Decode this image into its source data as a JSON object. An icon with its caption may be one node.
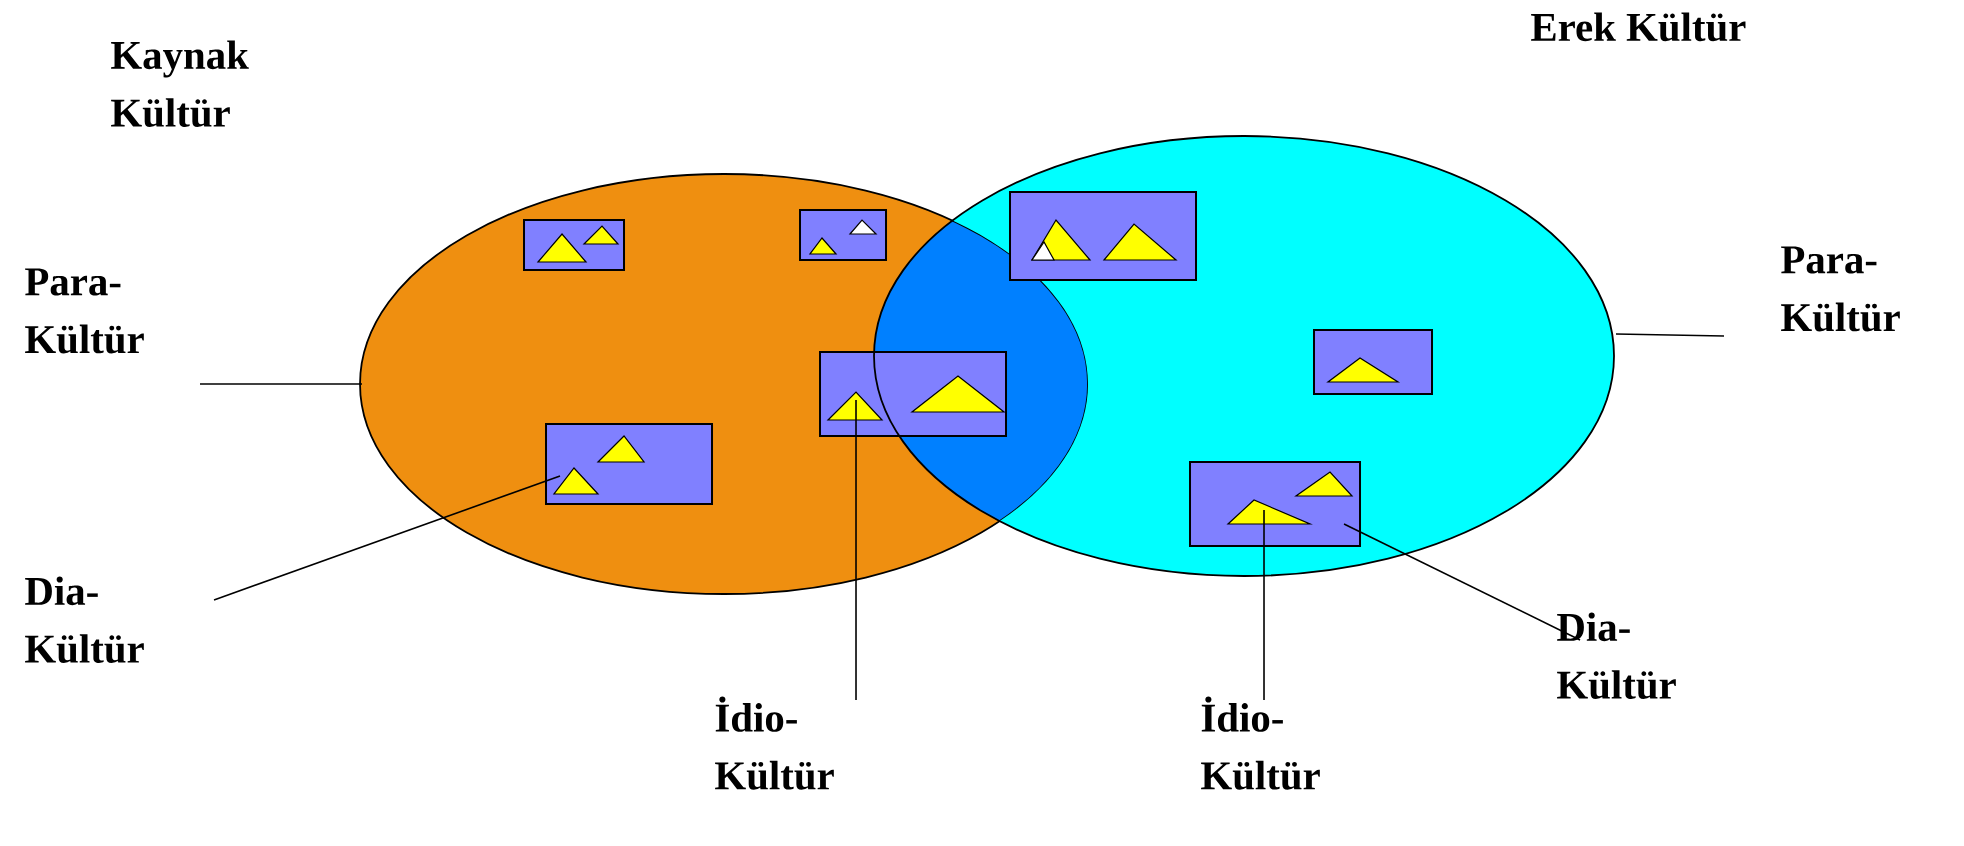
{
  "diagram": {
    "nodes": [
      {
        "text": [
          "Kaynak Kültür"
        ]
      },
      {
        "text": [
          "Erek Kültür"
        ]
      },
      {
        "text": [],
        "shape": "picture",
        "in": 0
      },
      {
        "text": [],
        "shape": "picture",
        "in": 0
      },
      {
        "text": [],
        "shape": "picture",
        "in": 0
      },
      {
        "text": [],
        "shape": "picture",
        "in": 0
      },
      {
        "text": [],
        "shape": "picture",
        "in": 1
      },
      {
        "text": [],
        "shape": "picture",
        "in": 1
      },
      {
        "text": [],
        "shape": "picture",
        "in": 1
      },
      {
        "text": [
          "Para- Kültür"
        ]
      },
      {
        "text": [
          "Dia- Kültür"
        ]
      },
      {
        "text": [
          "İdio- Kültür"
        ]
      },
      {
        "text": [
          "Para- Kültür"
        ]
      },
      {
        "text": [
          "İdio- Kültür"
        ]
      },
      {
        "text": [
          "Dia- Kültür"
        ]
      }
    ],
    "edges": [
      {
        "from": 9,
        "to": 0,
        "arrow": "none"
      },
      {
        "from": 10,
        "to": 4,
        "arrow": "none"
      },
      {
        "from": 11,
        "to": 5,
        "arrow": "none"
      },
      {
        "from": 12,
        "to": 1,
        "arrow": "none"
      },
      {
        "from": 13,
        "to": 8,
        "arrow": "none"
      },
      {
        "from": 14,
        "to": 8,
        "arrow": "none"
      }
    ]
  }
}
